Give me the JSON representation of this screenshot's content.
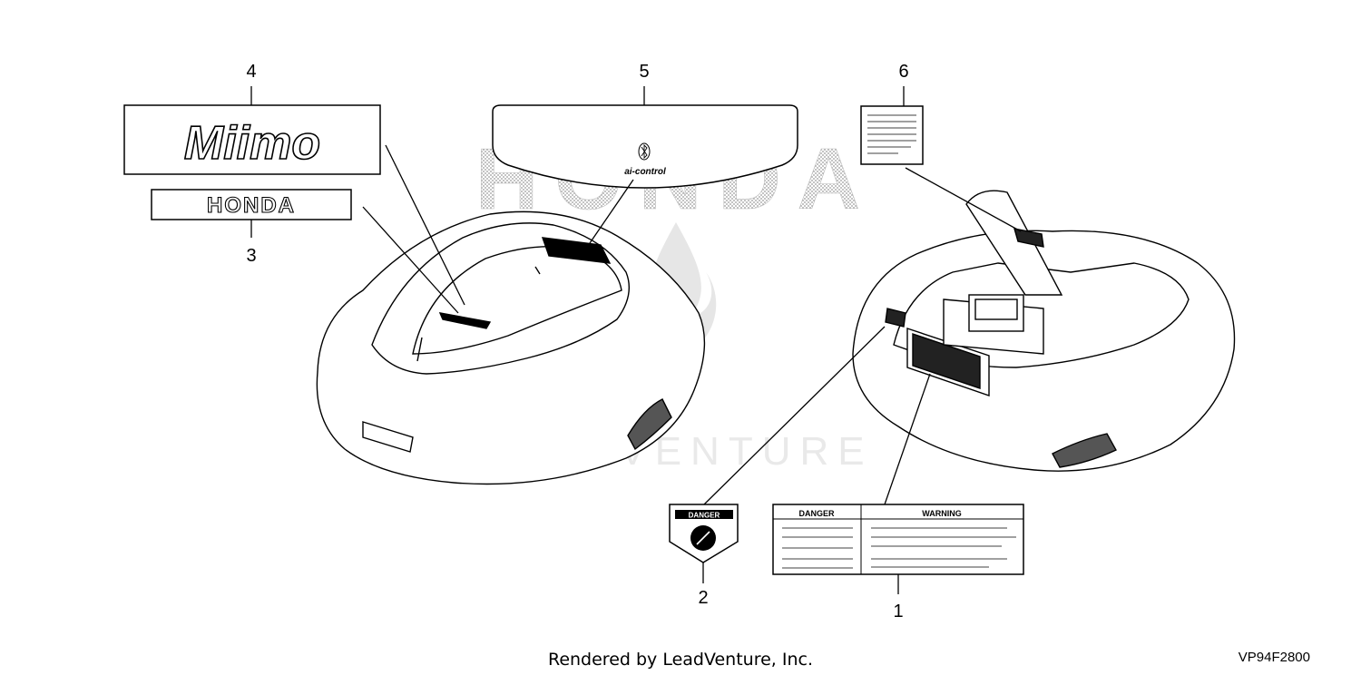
{
  "diagram": {
    "callouts": [
      {
        "id": "1",
        "label": "1"
      },
      {
        "id": "2",
        "label": "2"
      },
      {
        "id": "3",
        "label": "3"
      },
      {
        "id": "4",
        "label": "4"
      },
      {
        "id": "5",
        "label": "5"
      },
      {
        "id": "6",
        "label": "6"
      }
    ],
    "decals": {
      "miimo_logo": "Miimo",
      "honda_emblem": "HONDA",
      "honda_watermark_text": "HONDA",
      "visor_text": "ai-control",
      "danger_small": "DANGER",
      "warning_panel_danger": "DANGER",
      "warning_panel_warning": "WARNING"
    }
  },
  "watermark": "LEADVENTURE",
  "footer": {
    "credit": "Rendered by LeadVenture, Inc.",
    "part_code": "VP94F2800"
  }
}
